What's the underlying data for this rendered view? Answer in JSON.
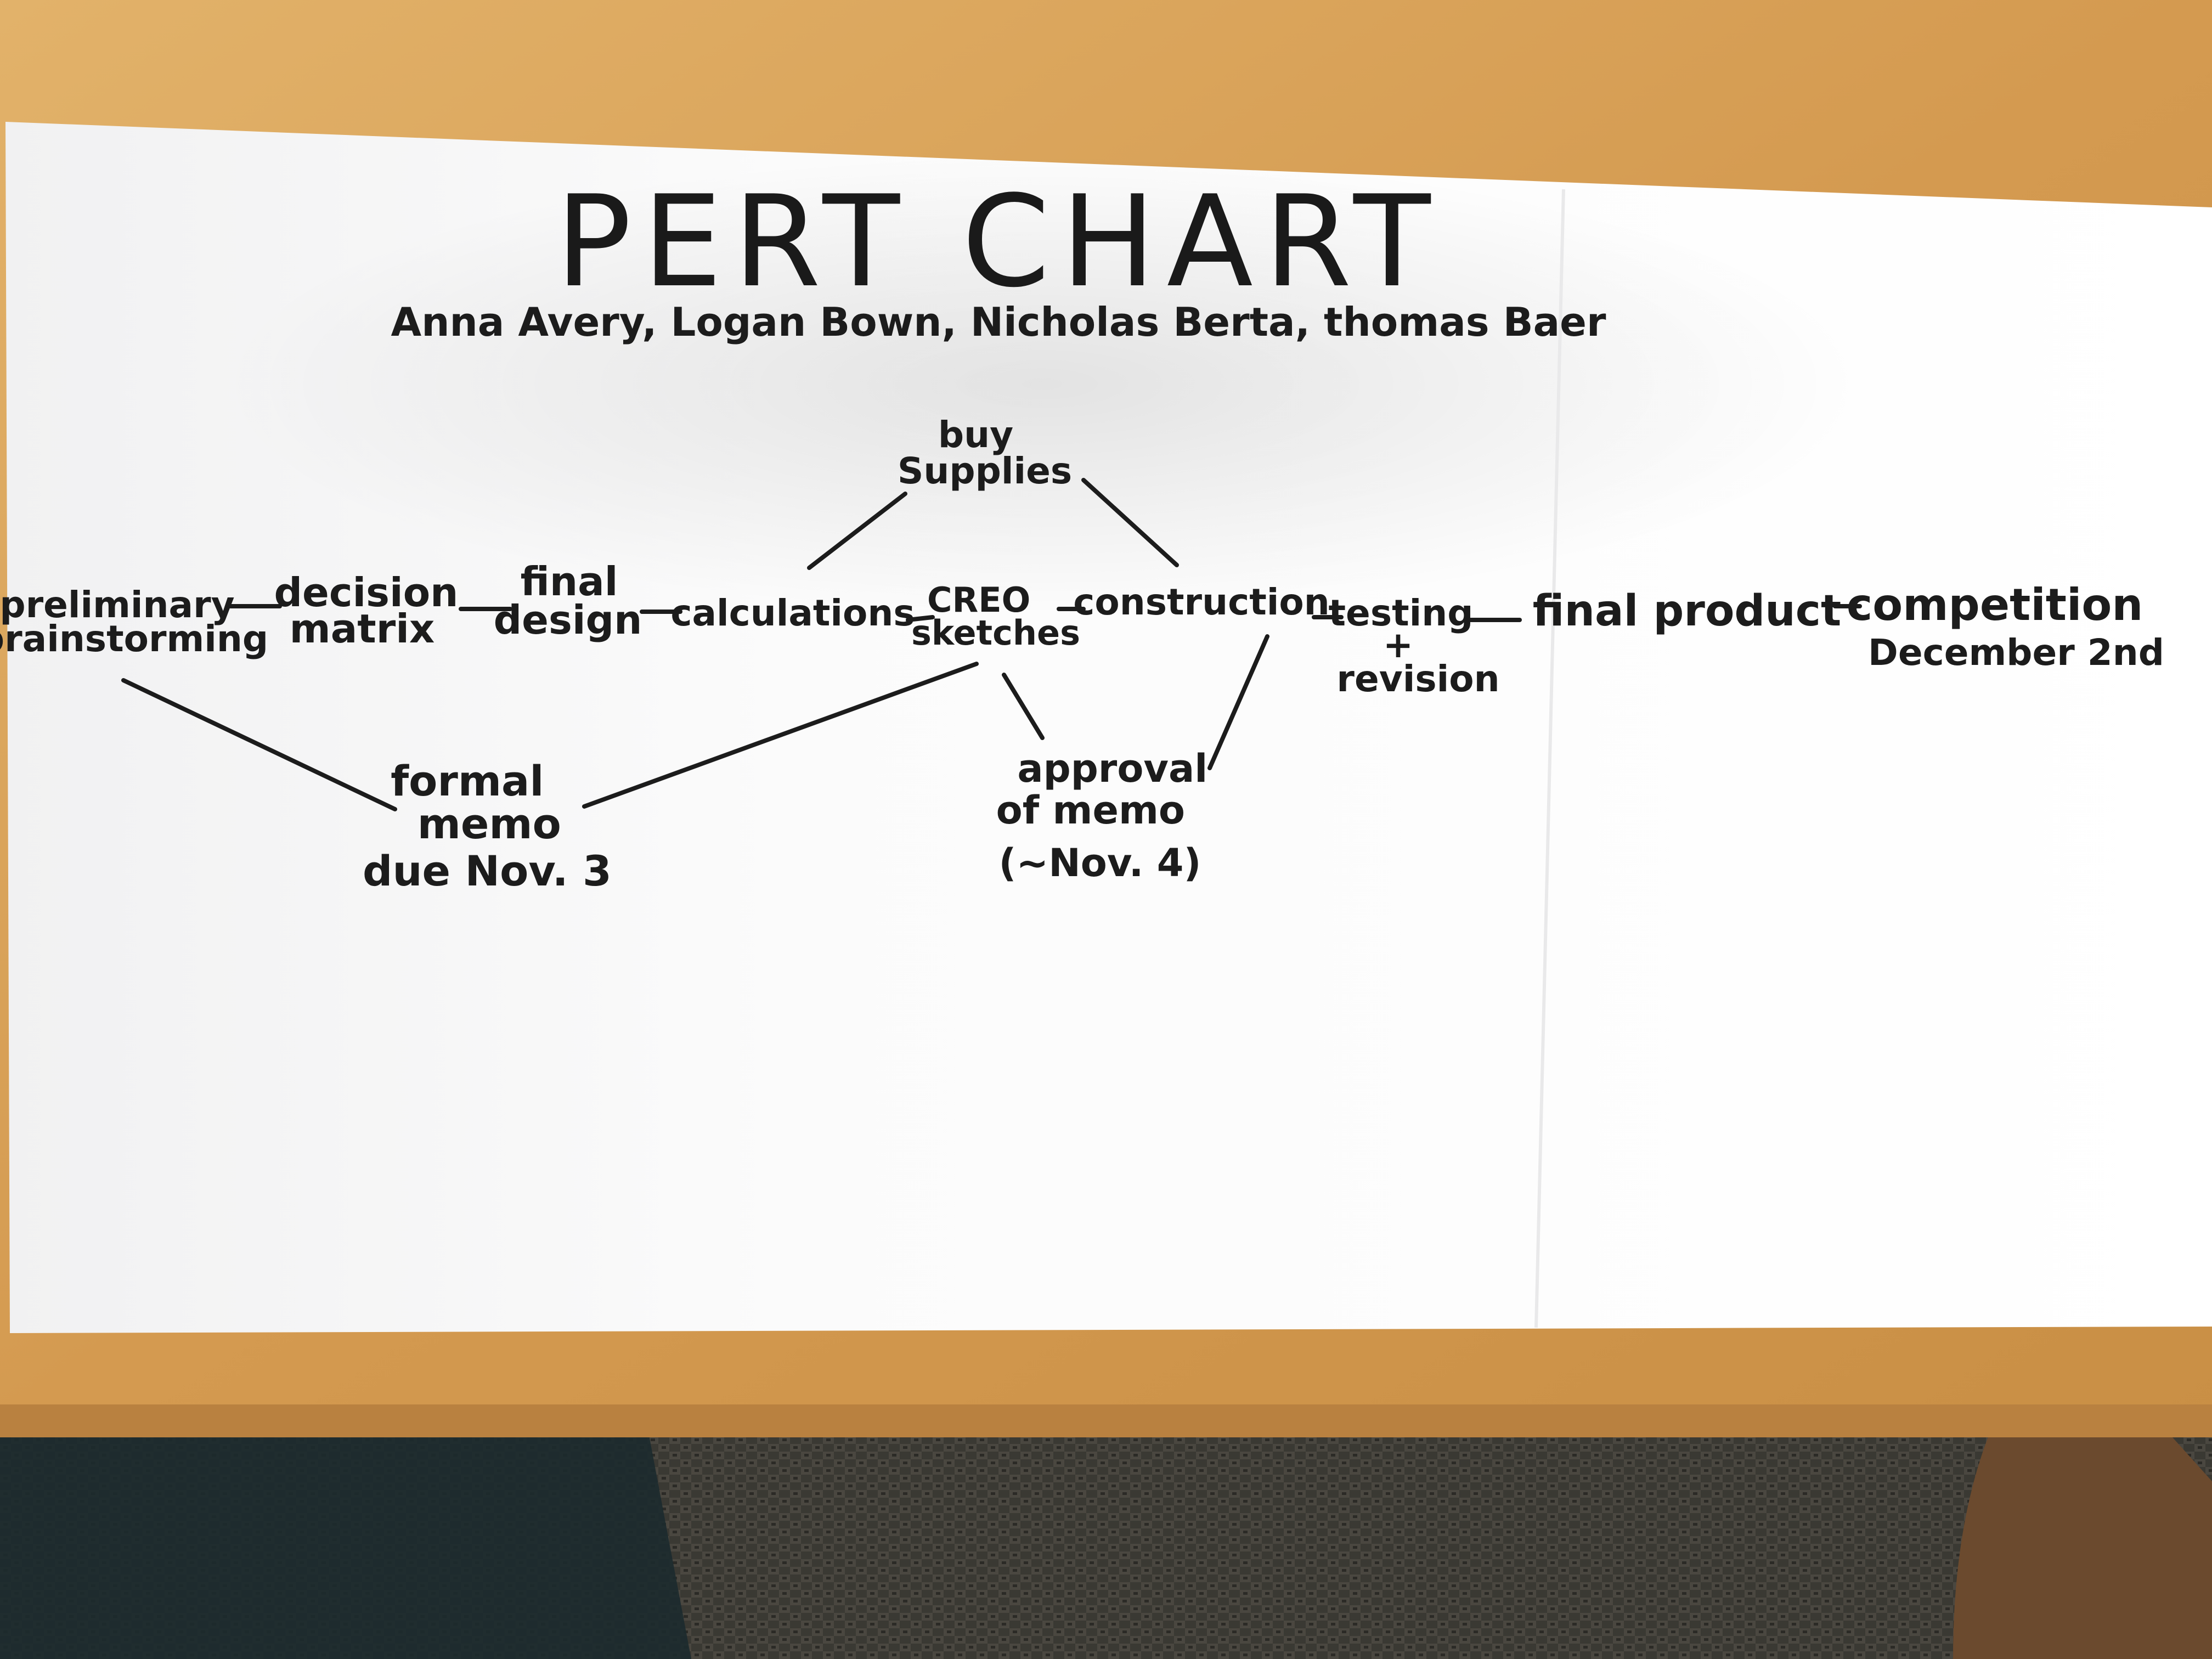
{
  "title": "PERT CHART",
  "authors": "Anna Avery, Logan Bown, Nicholas Berta, thomas Baer",
  "colors": {
    "table": "#d9a45c",
    "paper": "#ffffff",
    "ink": "#1c1c1c",
    "carpet": "#3b3a35"
  },
  "nodes": [
    {
      "id": "preliminary-brainstorming",
      "lines": [
        "preliminary",
        "brainstorming"
      ]
    },
    {
      "id": "decision-matrix",
      "lines": [
        "decision",
        "matrix"
      ]
    },
    {
      "id": "final-design",
      "lines": [
        "final",
        "design"
      ]
    },
    {
      "id": "calculations",
      "lines": [
        "calculations"
      ]
    },
    {
      "id": "creo-sketches",
      "lines": [
        "CREO",
        "sketches"
      ]
    },
    {
      "id": "construction",
      "lines": [
        "construction"
      ]
    },
    {
      "id": "testing-revision",
      "lines": [
        "testing",
        "+",
        "revision"
      ]
    },
    {
      "id": "final-product",
      "lines": [
        "final product"
      ]
    },
    {
      "id": "competition",
      "lines": [
        "competition",
        "December 2nd"
      ]
    },
    {
      "id": "buy-supplies",
      "lines": [
        "buy",
        "Supplies"
      ]
    },
    {
      "id": "formal-memo",
      "lines": [
        "formal",
        "memo",
        "due Nov. 3"
      ]
    },
    {
      "id": "approval-of-memo",
      "lines": [
        "approval",
        "of memo",
        "(~Nov. 4)"
      ]
    }
  ],
  "edges": [
    [
      "preliminary-brainstorming",
      "decision-matrix"
    ],
    [
      "decision-matrix",
      "final-design"
    ],
    [
      "final-design",
      "calculations"
    ],
    [
      "calculations",
      "creo-sketches"
    ],
    [
      "creo-sketches",
      "construction"
    ],
    [
      "construction",
      "testing-revision"
    ],
    [
      "testing-revision",
      "final-product"
    ],
    [
      "final-product",
      "competition"
    ],
    [
      "calculations",
      "buy-supplies"
    ],
    [
      "buy-supplies",
      "construction"
    ],
    [
      "preliminary-brainstorming",
      "formal-memo"
    ],
    [
      "formal-memo",
      "creo-sketches"
    ],
    [
      "creo-sketches",
      "approval-of-memo"
    ],
    [
      "approval-of-memo",
      "construction"
    ]
  ]
}
